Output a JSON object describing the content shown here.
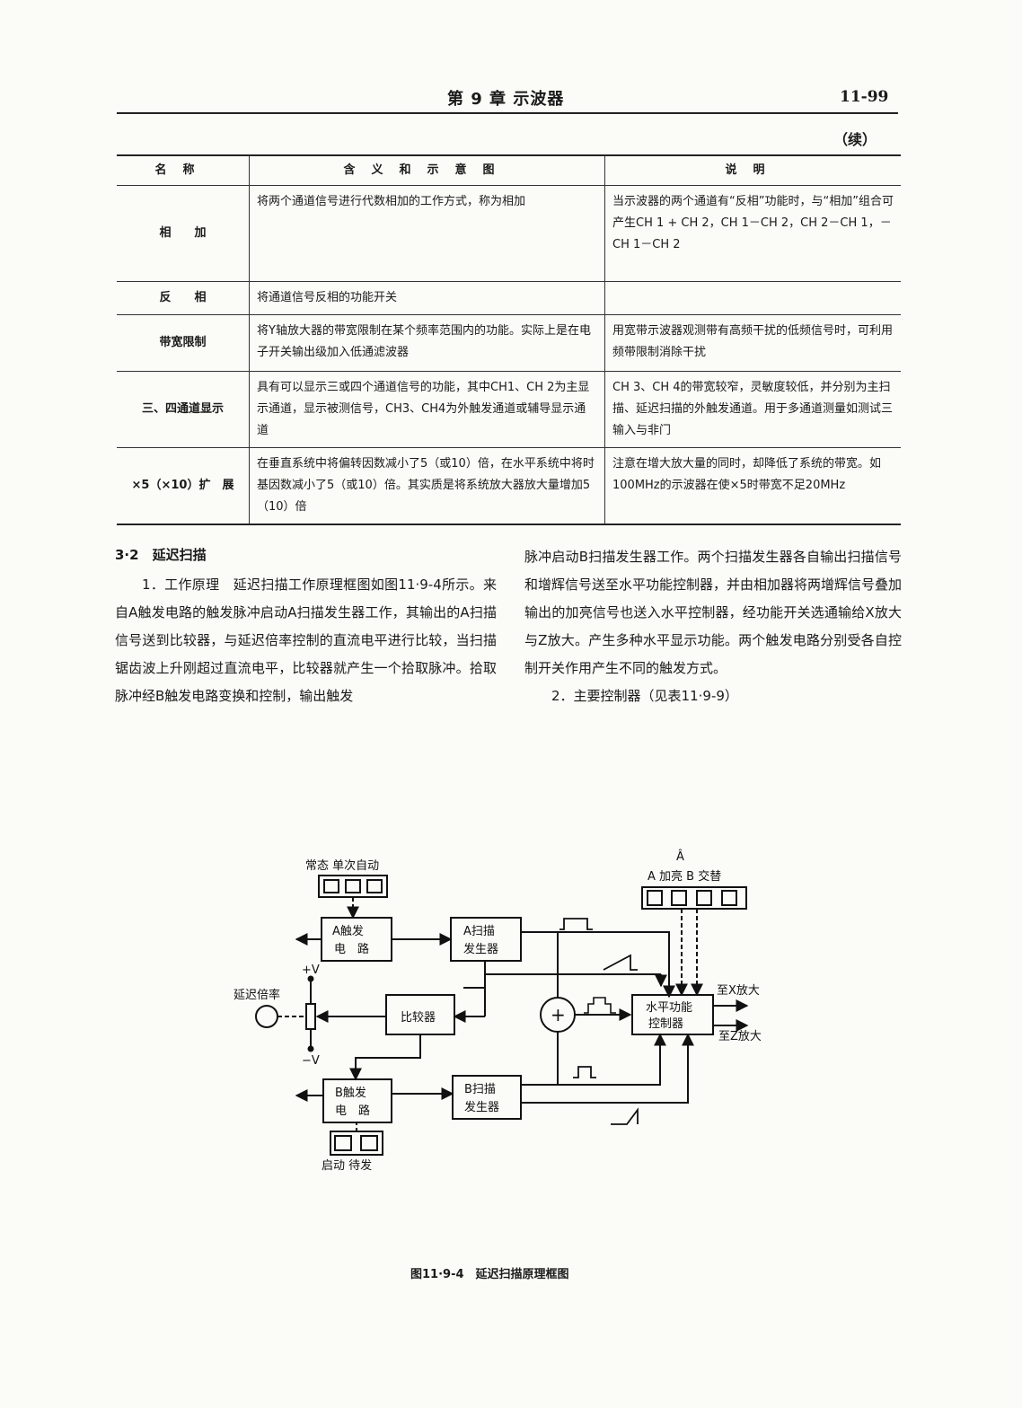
{
  "header": {
    "chapter": "第 9 章  示波器",
    "page_number": "11-99"
  },
  "table_continued": "（续）",
  "table": {
    "headers": [
      "名称",
      "含义和示意图",
      "说明"
    ],
    "rows": [
      {
        "name": "相　　加",
        "meaning": "将两个通道信号进行代数相加的工作方式，称为相加",
        "note": "当示波器的两个通道有“反相”功能时，与“相加”组合可产生CH 1 + CH 2，CH 1－CH 2，CH 2－CH 1，－CH 1－CH 2"
      },
      {
        "name": "反　　相",
        "meaning": "将通道信号反相的功能开关",
        "note": ""
      },
      {
        "name": "带宽限制",
        "meaning": "将Y轴放大器的带宽限制在某个频率范围内的功能。实际上是在电子开关输出级加入低通滤波器",
        "note": "用宽带示波器观测带有高频干扰的低频信号时，可利用频带限制消除干扰"
      },
      {
        "name": "三、四通道显示",
        "meaning": "具有可以显示三或四个通道信号的功能，其中CH1、CH 2为主显示通道，显示被测信号，CH3、CH4为外触发通道或辅导显示通道",
        "note": "CH 3、CH 4的带宽较窄，灵敏度较低，并分别为主扫描、延迟扫描的外触发通道。用于多通道测量如测试三输入与非门"
      },
      {
        "name": "×5（×10）扩　展",
        "meaning": "在垂直系统中将偏转因数减小了5（或10）倍，在水平系统中将时基因数减小了5（或10）倍。其实质是将系统放大器放大量增加5（10）倍",
        "note": "注意在增大放大量的同时，却降低了系统的带宽。如100MHz的示波器在使×5时带宽不足20MHz"
      }
    ]
  },
  "section": {
    "title": "3·2　延迟扫描",
    "left_paragraph": "1．工作原理　延迟扫描工作原理框图如图11·9-4所示。来自A触发电路的触发脉冲启动A扫描发生器工作，其输出的A扫描信号送到比较器，与延迟倍率控制的直流电平进行比较，当扫描锯齿波上升刚超过直流电平，比较器就产生一个拾取脉冲。拾取脉冲经B触发电路变换和控制，输出触发",
    "right_paragraph": "脉冲启动B扫描发生器工作。两个扫描发生器各自输出扫描信号和增辉信号送至水平功能控制器，并由相加器将两增辉信号叠加输出的加亮信号也送入水平控制器，经功能开关选通输给X放大与Z放大。产生多种水平显示功能。两个触发电路分别受各自控制开关作用产生不同的触发方式。",
    "right_item2": "2．主要控制器（见表11·9-9）"
  },
  "diagram": {
    "mode_switch_label": "常态 单次自动",
    "a_trigger": [
      "A触发",
      "电　路"
    ],
    "a_sweep": [
      "A扫描",
      "发生器"
    ],
    "comparator": "比较器",
    "b_trigger": [
      "B触发",
      "电　路"
    ],
    "b_sweep": [
      "B扫描",
      "发生器"
    ],
    "adder_symbol": "+",
    "horiz_ctrl": [
      "水平功能",
      "控制器"
    ],
    "delay_label": "延迟倍率",
    "plus_v": "+V",
    "minus_v": "−V",
    "func_switch_top": "Â",
    "func_switch_label": "A  加亮  B  交替",
    "out_x": "至X放大",
    "out_z": "至Z放大",
    "b_switch_label": "启动  待发"
  },
  "caption": "图11·9-4　延迟扫描原理框图"
}
